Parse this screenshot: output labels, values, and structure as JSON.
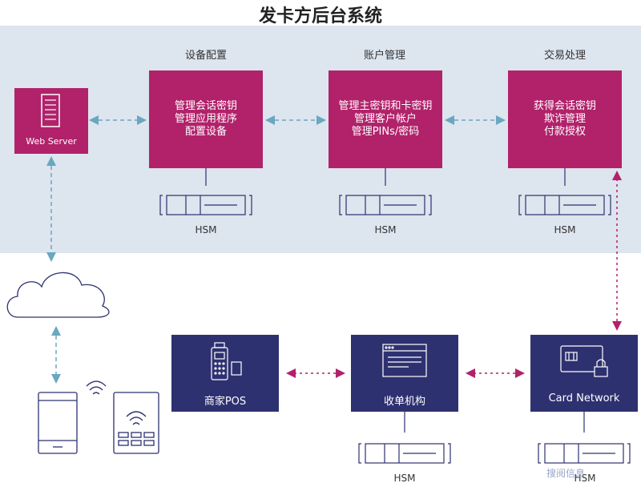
{
  "title": "发卡方后台系统",
  "columns": [
    {
      "label": "设备配置",
      "lines": [
        "管理会话密钥",
        "管理应用程序",
        "配置设备"
      ]
    },
    {
      "label": "账户管理",
      "lines": [
        "管理主密钥和卡密钥",
        "管理客户帐户",
        "管理PINs/密码"
      ]
    },
    {
      "label": "交易处理",
      "lines": [
        "获得会话密钥",
        "欺诈管理",
        "付款授权"
      ]
    }
  ],
  "web_server": "Web Server",
  "internet": "Internet",
  "hsm_label": "HSM",
  "pos": "商家POS",
  "acquirer": "收单机构",
  "card_network": "Card Network",
  "watermark": "搜阅信息",
  "colors": {
    "magenta": "#b1226b",
    "navy": "#2e3170",
    "panel": "#dde5ee",
    "arrow_teal": "#6aa7c0",
    "arrow_pink": "#b1226b"
  }
}
